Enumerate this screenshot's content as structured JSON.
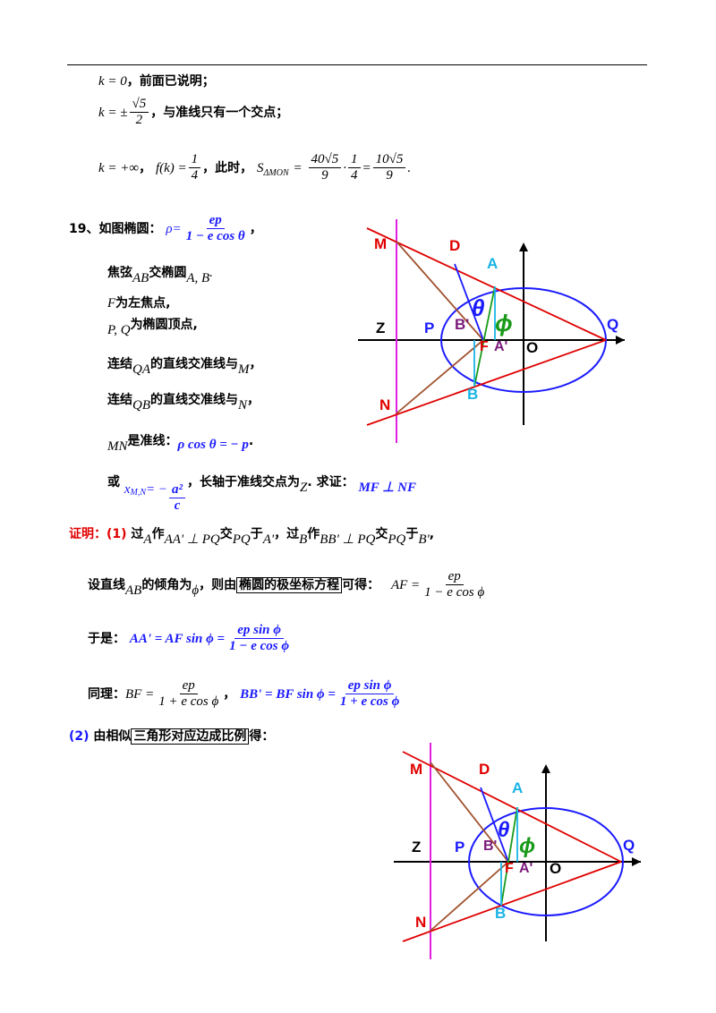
{
  "top": {
    "k0_expr": "k = 0",
    "k0_text": "，前面已说明；",
    "k1_prefix": "k = ±",
    "k1_num": "√5",
    "k1_den": "2",
    "k1_text": "，与准线只有一个交点；",
    "k2_expr": "k = +∞",
    "k2_sep": "，",
    "f_prefix": "f(k) =",
    "f_num": "1",
    "f_den": "4",
    "k2_text": "，此时，",
    "s_label": "S",
    "s_sub": "ΔMON",
    "s_eq": "=",
    "s_f1_num": "40√5",
    "s_f1_den": "9",
    "s_dot": "·",
    "s_f2_num": "1",
    "s_f2_den": "4",
    "s_eq2": "=",
    "s_f3_num": "10√5",
    "s_f3_den": "9",
    "s_end": "."
  },
  "problem": {
    "title": "19、如图椭圆：",
    "rho_prefix": "ρ=",
    "rho_num": "ep",
    "rho_den": "1 − e cos θ",
    "comma": "，",
    "l1_a": "焦弦",
    "l1_b": "AB",
    "l1_c": "交椭圆",
    "l1_d": "A, B",
    "l1_e": ".",
    "l2_a": "F",
    "l2_b": "为左焦点,",
    "l3_a": "P, Q",
    "l3_b": "为椭圆顶点,",
    "l4_a": "连结",
    "l4_b": "QA",
    "l4_c": "的直线交准线与",
    "l4_d": "M",
    "l4_e": "，",
    "l5_a": "连结",
    "l5_b": "QB",
    "l5_c": "的直线交准线与",
    "l5_d": "N",
    "l5_e": "，",
    "l6_a": "MN",
    "l6_b": "是准线：",
    "l6_c": "ρ cos θ = − p",
    "l6_d": ".",
    "l7_a": "或",
    "l7_b": "x",
    "l7_sub": "M,N",
    "l7_c": "= −",
    "l7_num": "a²",
    "l7_den": "c",
    "l7_d": "，长轴于准线交点为",
    "l7_e": "Z",
    "l7_f": ". 求证：",
    "l7_g": "MF ⊥ NF"
  },
  "proof": {
    "label": "证明：(1)",
    "p1_a": "过",
    "p1_b": "A",
    "p1_c": "作",
    "p1_d": "AA' ⊥ PQ",
    "p1_e": "交",
    "p1_f": "PQ",
    "p1_g": "于",
    "p1_h": "A'",
    "p1_i": "，过",
    "p1_j": "B",
    "p1_k": "作",
    "p1_l": "BB' ⊥ PQ",
    "p1_m": "交",
    "p1_n": "PQ",
    "p1_o": "于",
    "p1_p": "B'",
    "p1_q": ",",
    "p2_a": "设直线",
    "p2_b": "AB",
    "p2_c": "的倾角为",
    "p2_d": "ϕ",
    "p2_e": "，则由",
    "p2_box": "椭圆的极坐标方程",
    "p2_f": "可得：",
    "p2_g": "AF =",
    "p2_num": "ep",
    "p2_den": "1 − e cos ϕ",
    "p3_a": "于是：",
    "p3_b": "AA' = AF sin ϕ =",
    "p3_num": "ep sin ϕ",
    "p3_den": "1 − e cos ϕ",
    "p4_a": "同理：",
    "p4_b": "BF =",
    "p4_num": "ep",
    "p4_den": "1 + e cos ϕ",
    "p4_c": "，",
    "p4_d": "BB' = BF sin ϕ =",
    "p4_num2": "ep sin ϕ",
    "p4_den2": "1 + e cos ϕ",
    "p5_a": "(2)",
    "p5_b": "由相似",
    "p5_box": "三角形对应边成比例",
    "p5_c": "得："
  },
  "figure": {
    "M": "M",
    "D": "D",
    "A": "A",
    "Z": "Z",
    "P": "P",
    "Bp": "B'",
    "F": "F",
    "Ap": "A'",
    "O": "O",
    "Q": "Q",
    "N": "N",
    "B": "B",
    "theta": "θ",
    "phi": "ϕ"
  },
  "colors": {
    "red": "#e00000",
    "blue": "#1a1aff",
    "magenta": "#e020e0",
    "brown": "#a0522d",
    "green": "#1a9a1a",
    "cyan": "#1ab4e6",
    "purple": "#7a1a7a"
  }
}
